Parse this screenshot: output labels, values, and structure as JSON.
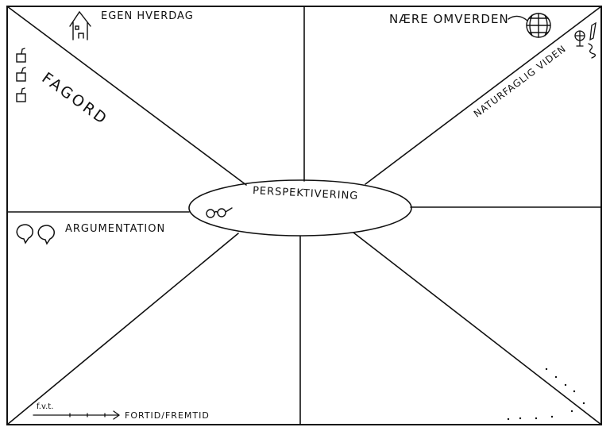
{
  "center": {
    "label": "PERSPEKTIVERING",
    "icon": "glasses-icon"
  },
  "sections": {
    "egen_hverdag": {
      "label": "EGEN HVERDAG",
      "icon": "house-icon"
    },
    "naere_omverden": {
      "label": "NÆRE OMVERDEN",
      "icon": "globe-icon"
    },
    "fagord": {
      "label": "FAGORD",
      "icon": "checkbox-icon"
    },
    "naturfaglig_viden": {
      "label": "NATURFAGLIG VIDEN",
      "icon": "science-icon"
    },
    "argumentation": {
      "label": "ARGUMENTATION",
      "icon": "speech-bubble-icon"
    },
    "timeline": {
      "prefix": "f.v.t.",
      "label": "FORTID/FREMTID",
      "icon": "arrow-right-icon"
    }
  },
  "colors": {
    "ink": "#111111",
    "background": "#ffffff"
  }
}
